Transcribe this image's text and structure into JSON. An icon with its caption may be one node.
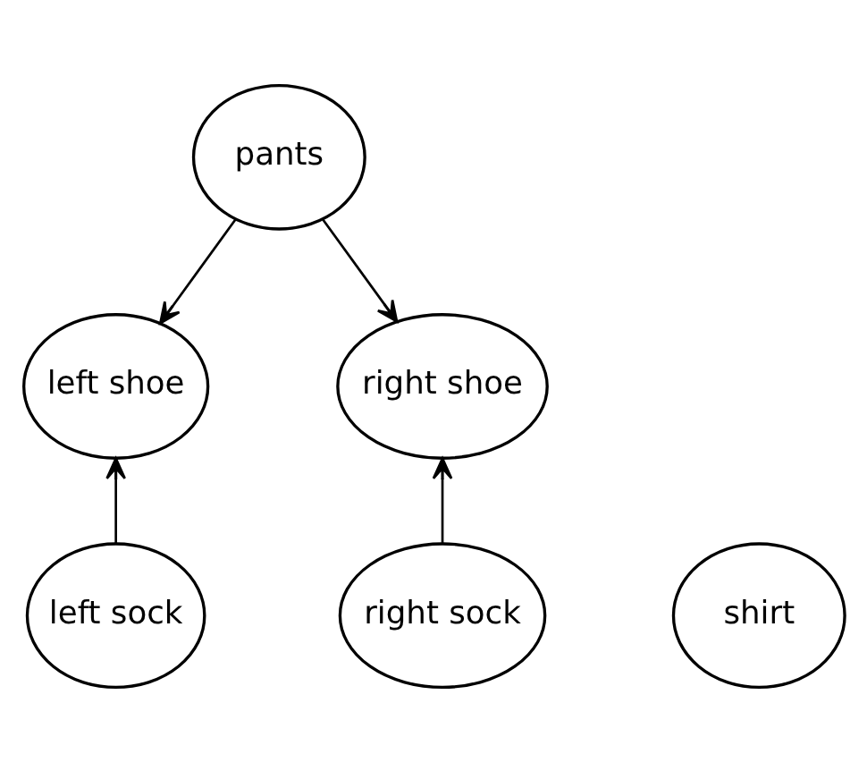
{
  "diagram": {
    "nodes": [
      {
        "text": [
          "pants"
        ]
      },
      {
        "text": [
          "left shoe"
        ]
      },
      {
        "text": [
          "right shoe"
        ]
      },
      {
        "text": [
          "shirt"
        ]
      },
      {
        "text": [
          "left sock"
        ]
      },
      {
        "text": [
          "right sock"
        ]
      }
    ],
    "edges": [
      {
        "from": 0,
        "to": 1,
        "arrow": "to"
      },
      {
        "from": 0,
        "to": 2,
        "arrow": "to"
      },
      {
        "from": 4,
        "to": 1,
        "arrow": "to"
      },
      {
        "from": 5,
        "to": 2,
        "arrow": "to"
      }
    ]
  }
}
